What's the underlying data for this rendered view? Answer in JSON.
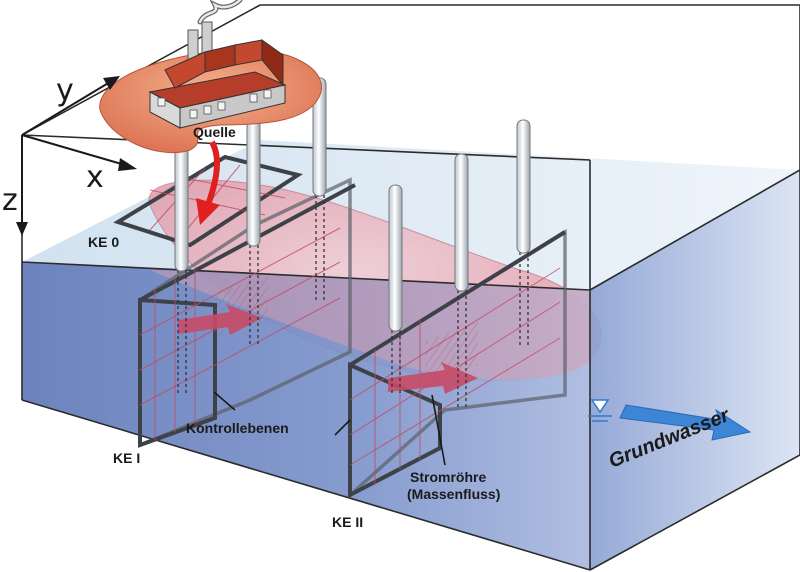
{
  "labels": {
    "source": "Quelle",
    "plane_0": "KE 0",
    "plane_1": "KE I",
    "plane_2": "KE II",
    "control_planes": "Kontrollebenen",
    "stream_tube_line1": "Stromröhre",
    "stream_tube_line2": "(Massenfluss)",
    "groundwater": "Grundwasser"
  },
  "axes": {
    "x": "x",
    "y": "y",
    "z": "z"
  },
  "colors": {
    "groundwater_front": "#6f87c2",
    "groundwater_side": "#9fb3dc",
    "water_top": "#dfeaf4",
    "plume": "#e8a1ad",
    "source_patch": "#e8826a",
    "arrow_red": "#e02020",
    "flow_arrow": "#4a90d9"
  }
}
